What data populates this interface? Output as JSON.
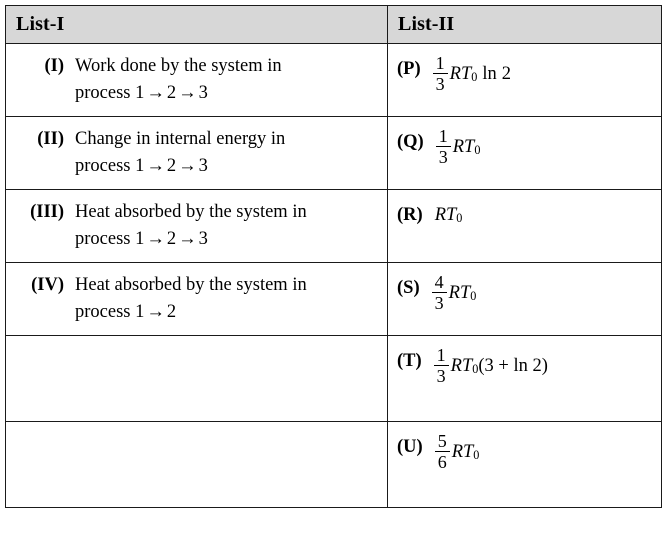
{
  "table": {
    "headers": {
      "left": "List-I",
      "right": "List-II"
    },
    "left_rows": [
      {
        "label": "(I)",
        "line1": "Work done by the system in",
        "line2_prefix": "process 1",
        "line2_mid": "2",
        "line2_end": "3",
        "arrow": "→",
        "arrows": 2
      },
      {
        "label": "(II)",
        "line1": "Change in internal energy in",
        "line2_prefix": "process 1",
        "line2_mid": "2",
        "line2_end": "3",
        "arrow": "→",
        "arrows": 2
      },
      {
        "label": "(III)",
        "line1": "Heat absorbed by the system in",
        "line2_prefix": "process 1",
        "line2_mid": "2",
        "line2_end": "3",
        "arrow": "→",
        "arrows": 2
      },
      {
        "label": "(IV)",
        "line1": "Heat absorbed by the system in",
        "line2_prefix": "process 1",
        "line2_mid": "2",
        "line2_end": "",
        "arrow": "→",
        "arrows": 1
      },
      {
        "label": "",
        "line1": "",
        "line2_prefix": "",
        "line2_mid": "",
        "line2_end": "",
        "arrow": "",
        "arrows": 0
      },
      {
        "label": "",
        "line1": "",
        "line2_prefix": "",
        "line2_mid": "",
        "line2_end": "",
        "arrow": "",
        "arrows": 0
      }
    ],
    "right_rows": [
      {
        "label": "(P)",
        "plain": "1/3 RT0 ln 2",
        "has_fraction": true,
        "numerator": "1",
        "denominator": "3",
        "R": "R",
        "T": "T",
        "subscript": "0",
        "suffix": "ln",
        "suffix_arg": "2",
        "trailing": ""
      },
      {
        "label": "(Q)",
        "plain": "1/3 RT0",
        "has_fraction": true,
        "numerator": "1",
        "denominator": "3",
        "R": "R",
        "T": "T",
        "subscript": "0",
        "suffix": "",
        "suffix_arg": "",
        "trailing": ""
      },
      {
        "label": "(R)",
        "plain": "RT0",
        "has_fraction": false,
        "numerator": "",
        "denominator": "",
        "R": "R",
        "T": "T",
        "subscript": "0",
        "suffix": "",
        "suffix_arg": "",
        "trailing": ""
      },
      {
        "label": "(S)",
        "plain": "4/3 RT0",
        "has_fraction": true,
        "numerator": "4",
        "denominator": "3",
        "R": "R",
        "T": "T",
        "subscript": "0",
        "suffix": "",
        "suffix_arg": "",
        "trailing": ""
      },
      {
        "label": "(T)",
        "plain": "1/3 RT0 (3 + ln 2)",
        "has_fraction": true,
        "numerator": "1",
        "denominator": "3",
        "R": "R",
        "T": "T",
        "subscript": "0",
        "suffix": "",
        "suffix_arg": "",
        "trailing": "(3 + ln 2)"
      },
      {
        "label": "(U)",
        "plain": "5/6 RT0",
        "has_fraction": true,
        "numerator": "5",
        "denominator": "6",
        "R": "R",
        "T": "T",
        "subscript": "0",
        "suffix": "",
        "suffix_arg": "",
        "trailing": ""
      }
    ]
  },
  "colors": {
    "header_background": "#d7d7d7",
    "border": "#1a1a1a",
    "text": "#000000",
    "cell_background": "#ffffff"
  }
}
